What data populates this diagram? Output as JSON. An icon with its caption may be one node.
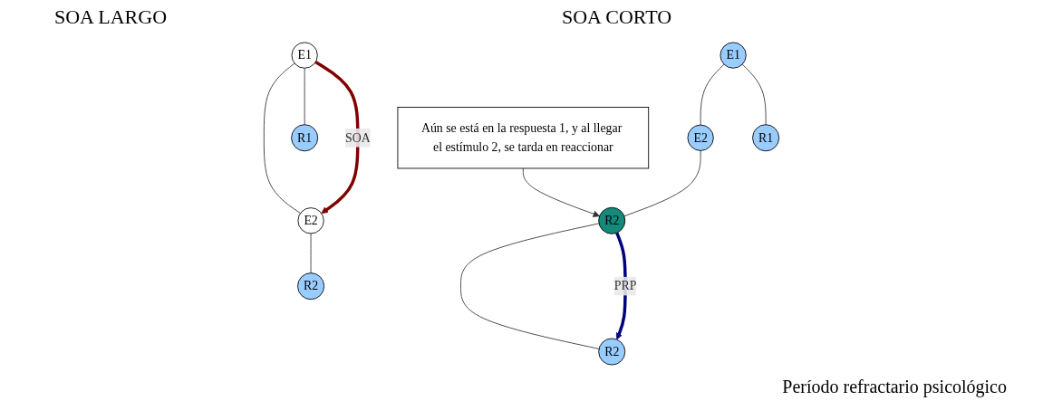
{
  "diagram": {
    "nodes": [
      {
        "text": [
          "E1"
        ]
      },
      {
        "text": [
          "E2"
        ]
      },
      {
        "text": [
          "R1"
        ]
      },
      {
        "text": [
          "R2"
        ]
      },
      {
        "text": [
          "E1"
        ]
      },
      {
        "text": [
          "E2"
        ]
      },
      {
        "text": [
          "R1"
        ]
      },
      {
        "text": [
          "R2"
        ]
      },
      {
        "text": [
          "R2"
        ]
      },
      {
        "text": [
          "Aún se está en la respuesta 1, y al llegar el estímulo 2, se tarda en reaccionar"
        ]
      }
    ],
    "edges": [
      {
        "from": 0,
        "to": 1,
        "arrow": "none"
      },
      {
        "from": 0,
        "to": 2,
        "arrow": "none"
      },
      {
        "from": 1,
        "to": 3,
        "arrow": "none"
      },
      {
        "from": 0,
        "to": 1,
        "arrow": "to",
        "label": "SOA",
        "style": "thick",
        "color": "#800000"
      },
      {
        "from": 4,
        "to": 5,
        "arrow": "none"
      },
      {
        "from": 4,
        "to": 6,
        "arrow": "none"
      },
      {
        "from": 5,
        "to": 7,
        "arrow": "none"
      },
      {
        "from": 7,
        "to": 8,
        "arrow": "none"
      },
      {
        "from": 7,
        "to": 8,
        "arrow": "to",
        "label": "PRP",
        "style": "thick",
        "color": "#000080"
      },
      {
        "from": 9,
        "to": 7,
        "arrow": "to"
      }
    ],
    "labels": [
      "SOA LARGO",
      "SOA CORTO",
      "Período refractario psicológico"
    ]
  }
}
